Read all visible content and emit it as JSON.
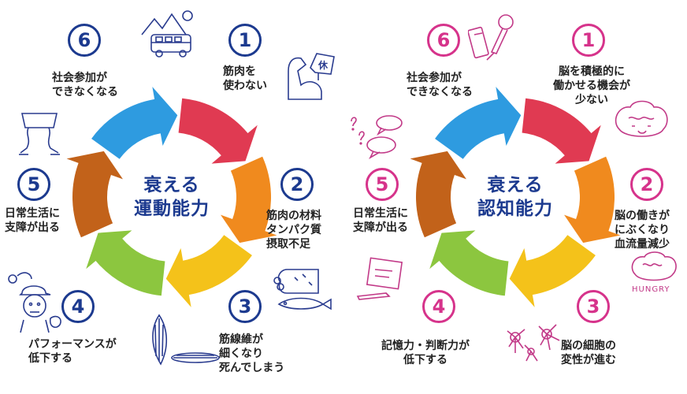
{
  "colors": {
    "motor_accent": "#1c3a8f",
    "cognitive_accent": "#d6338b",
    "center_text": "#1c3a8f",
    "arrow_red": "#e03a52",
    "arrow_orange": "#f08a1e",
    "arrow_yellow": "#f4c21a",
    "arrow_green": "#8cc63f",
    "arrow_brown": "#c2621a",
    "arrow_blue": "#2e9be0"
  },
  "motor": {
    "center_title_line1": "衰える",
    "center_title_line2": "運動能力",
    "steps": [
      {
        "num": "1",
        "text": "筋肉を\n使わない"
      },
      {
        "num": "2",
        "text": "筋肉の材料\nタンパク質\n摂取不足"
      },
      {
        "num": "3",
        "text": "筋線維が\n細くなり\n死んでしまう"
      },
      {
        "num": "4",
        "text": "パフォーマンスが\n低下する"
      },
      {
        "num": "5",
        "text": "日常生活に\n支障が出る"
      },
      {
        "num": "6",
        "text": "社会参加が\nできなくなる"
      }
    ],
    "sign_text": "休"
  },
  "cognitive": {
    "center_title_line1": "衰える",
    "center_title_line2": "認知能力",
    "steps": [
      {
        "num": "1",
        "text": "脳を積極的に\n働かせる機会が\n少ない"
      },
      {
        "num": "2",
        "text": "脳の働きが\nにぶくなり\n血流量減少"
      },
      {
        "num": "3",
        "text": "脳の細胞の\n変性が進む"
      },
      {
        "num": "4",
        "text": "記憶力・判断力が\n低下する"
      },
      {
        "num": "5",
        "text": "日常生活に\n支障が出る"
      },
      {
        "num": "6",
        "text": "社会参加が\nできなくなる"
      }
    ],
    "hungry_text": "HUNGRY"
  }
}
